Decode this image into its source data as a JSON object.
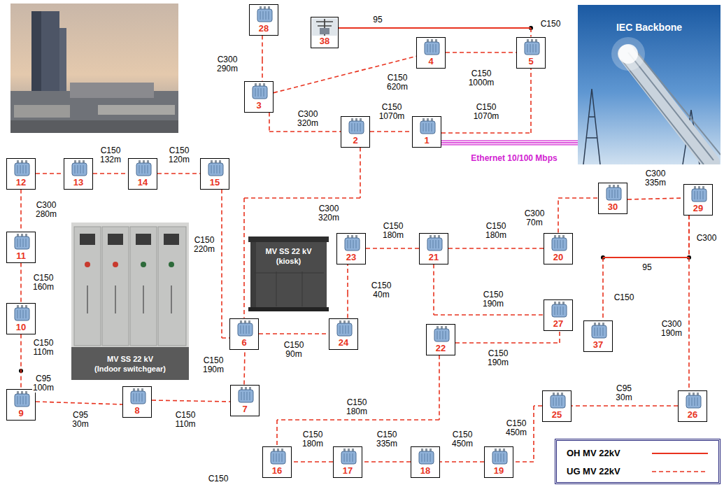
{
  "diagram": {
    "nodes": [
      {
        "text": [
          "28"
        ]
      },
      {
        "text": [
          "38"
        ]
      },
      {
        "text": [
          "IEC Backbone"
        ]
      },
      {
        "text": [
          "4"
        ]
      },
      {
        "text": [
          "5"
        ]
      },
      {
        "text": [
          "3"
        ]
      },
      {
        "text": [
          "2"
        ]
      },
      {
        "text": [
          "1"
        ]
      },
      {
        "text": [
          "12"
        ]
      },
      {
        "text": [
          "13"
        ]
      },
      {
        "text": [
          "14"
        ]
      },
      {
        "text": [
          "15"
        ]
      },
      {
        "text": [
          "30"
        ]
      },
      {
        "text": [
          "29"
        ]
      },
      {
        "text": [
          "23"
        ]
      },
      {
        "text": [
          "21"
        ]
      },
      {
        "text": [
          "20"
        ]
      },
      {
        "text": [
          "MV SS 22 kV",
          "(kiosk)"
        ]
      },
      {
        "text": [
          "11"
        ]
      },
      {
        "text": [
          "MV SS 22 kV",
          "(Indoor switchgear)"
        ]
      },
      {
        "text": [
          "27"
        ]
      },
      {
        "text": [
          "10"
        ]
      },
      {
        "text": [
          "6"
        ]
      },
      {
        "text": [
          "24"
        ]
      },
      {
        "text": [
          "37"
        ]
      },
      {
        "text": [
          "22"
        ]
      },
      {
        "text": [
          "9"
        ]
      },
      {
        "text": [
          "8"
        ]
      },
      {
        "text": [
          "7"
        ]
      },
      {
        "text": [
          "25"
        ]
      },
      {
        "text": [
          "26"
        ]
      },
      {
        "text": [
          "16"
        ]
      },
      {
        "text": [
          "17"
        ]
      },
      {
        "text": [
          "18"
        ]
      },
      {
        "text": [
          "19"
        ]
      }
    ],
    "edges": [
      {
        "from": 0,
        "to": 5,
        "label": "C300 290m",
        "arrow": "none"
      },
      {
        "from": 1,
        "to": 4,
        "label": "95",
        "arrow": "none"
      },
      {
        "from": 5,
        "to": 3,
        "label": "C150 620m",
        "arrow": "none"
      },
      {
        "from": 3,
        "to": 4,
        "label": "C150 1000m",
        "arrow": "none"
      },
      {
        "from": 5,
        "to": 6,
        "label": "C300 320m",
        "arrow": "none"
      },
      {
        "from": 6,
        "to": 7,
        "label": "C150 1070m",
        "arrow": "none"
      },
      {
        "from": 7,
        "to": 4,
        "label": "C150 1070m",
        "arrow": "none"
      },
      {
        "from": 7,
        "to": 2,
        "label": "Ethernet 10/100 Mbps",
        "arrow": "none"
      },
      {
        "from": 6,
        "to": 22,
        "label": "C300 320m",
        "arrow": "none"
      },
      {
        "from": 8,
        "to": 9,
        "arrow": "none"
      },
      {
        "from": 9,
        "to": 10,
        "label": "C150 132m",
        "arrow": "none"
      },
      {
        "from": 10,
        "to": 11,
        "label": "C150 120m",
        "arrow": "none"
      },
      {
        "from": 11,
        "to": 22,
        "label": "C150 220m",
        "arrow": "none"
      },
      {
        "from": 8,
        "to": 18,
        "label": "C300 280m",
        "arrow": "none"
      },
      {
        "from": 18,
        "to": 21,
        "label": "C150 160m",
        "arrow": "none"
      },
      {
        "from": 21,
        "to": 26,
        "label": "C150 110m",
        "arrow": "none"
      },
      {
        "from": 26,
        "to": 27,
        "label": "C95 30m",
        "arrow": "none"
      },
      {
        "from": 27,
        "to": 28,
        "label": "C150 110m",
        "arrow": "none"
      },
      {
        "from": 28,
        "to": 22,
        "label": "C150 190m",
        "arrow": "none"
      },
      {
        "from": 22,
        "to": 23,
        "label": "C150 90m",
        "arrow": "none"
      },
      {
        "from": 23,
        "to": 14,
        "label": "C150 40m",
        "arrow": "none"
      },
      {
        "from": 14,
        "to": 15,
        "label": "C150 180m",
        "arrow": "none"
      },
      {
        "from": 15,
        "to": 16,
        "label": "C150 180m",
        "arrow": "none"
      },
      {
        "from": 15,
        "to": 20,
        "label": "C150 190m",
        "arrow": "none"
      },
      {
        "from": 25,
        "to": 20,
        "label": "C150 190m",
        "arrow": "none"
      },
      {
        "from": 25,
        "to": 31,
        "label": "C150 180m",
        "arrow": "none"
      },
      {
        "from": 16,
        "to": 12,
        "label": "C300 70m",
        "arrow": "none"
      },
      {
        "from": 12,
        "to": 13,
        "label": "C300 335m",
        "arrow": "none"
      },
      {
        "from": 13,
        "to": 24,
        "label": "95",
        "arrow": "none"
      },
      {
        "from": 13,
        "to": 30,
        "label": "C300 190m",
        "arrow": "none"
      },
      {
        "from": 30,
        "to": 29,
        "label": "C95 30m",
        "arrow": "none"
      },
      {
        "from": 29,
        "to": 34,
        "label": "C150 450m",
        "arrow": "none"
      },
      {
        "from": 34,
        "to": 33,
        "label": "C150 450m",
        "arrow": "none"
      },
      {
        "from": 33,
        "to": 32,
        "label": "C150 335m",
        "arrow": "none"
      },
      {
        "from": 32,
        "to": 31,
        "label": "C150 180m",
        "arrow": "none"
      }
    ],
    "labels": [
      "C150",
      "C95 100m",
      "C300",
      "C150",
      "C150"
    ],
    "legend": [
      {
        "text": "OH MV 22kV"
      },
      {
        "text": "UG MV 22kV"
      }
    ]
  }
}
